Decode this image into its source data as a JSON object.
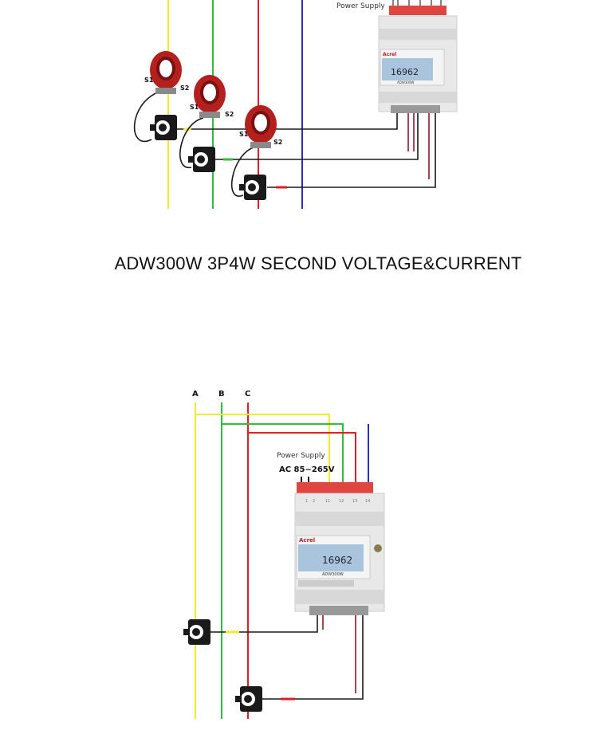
{
  "top_diagram": {
    "power_supply_label": "Power Supply",
    "ct_labels": {
      "s1": "S1",
      "s2": "S2"
    },
    "device_brand": "Acrel",
    "device_display": "16962",
    "device_model": "ADW300W"
  },
  "title": "ADW300W 3P4W SECOND VOLTAGE&CURRENT",
  "bottom_diagram": {
    "phase_labels": [
      "A",
      "B",
      "C"
    ],
    "power_supply_label": "Power Supply",
    "power_supply_voltage": "AC 85~265V",
    "top_terminals": [
      "1",
      "2",
      "11",
      "12",
      "13",
      "14"
    ],
    "device_brand": "Acrel",
    "device_display": "16962",
    "device_model": "ADW300W"
  },
  "colors": {
    "phase_a": "#f2ea2a",
    "phase_b": "#2fbf3a",
    "phase_c": "#e02020",
    "neutral": "#2a2ad0",
    "terminal_block": "#e0453f",
    "ct_body": "#b3201e"
  }
}
